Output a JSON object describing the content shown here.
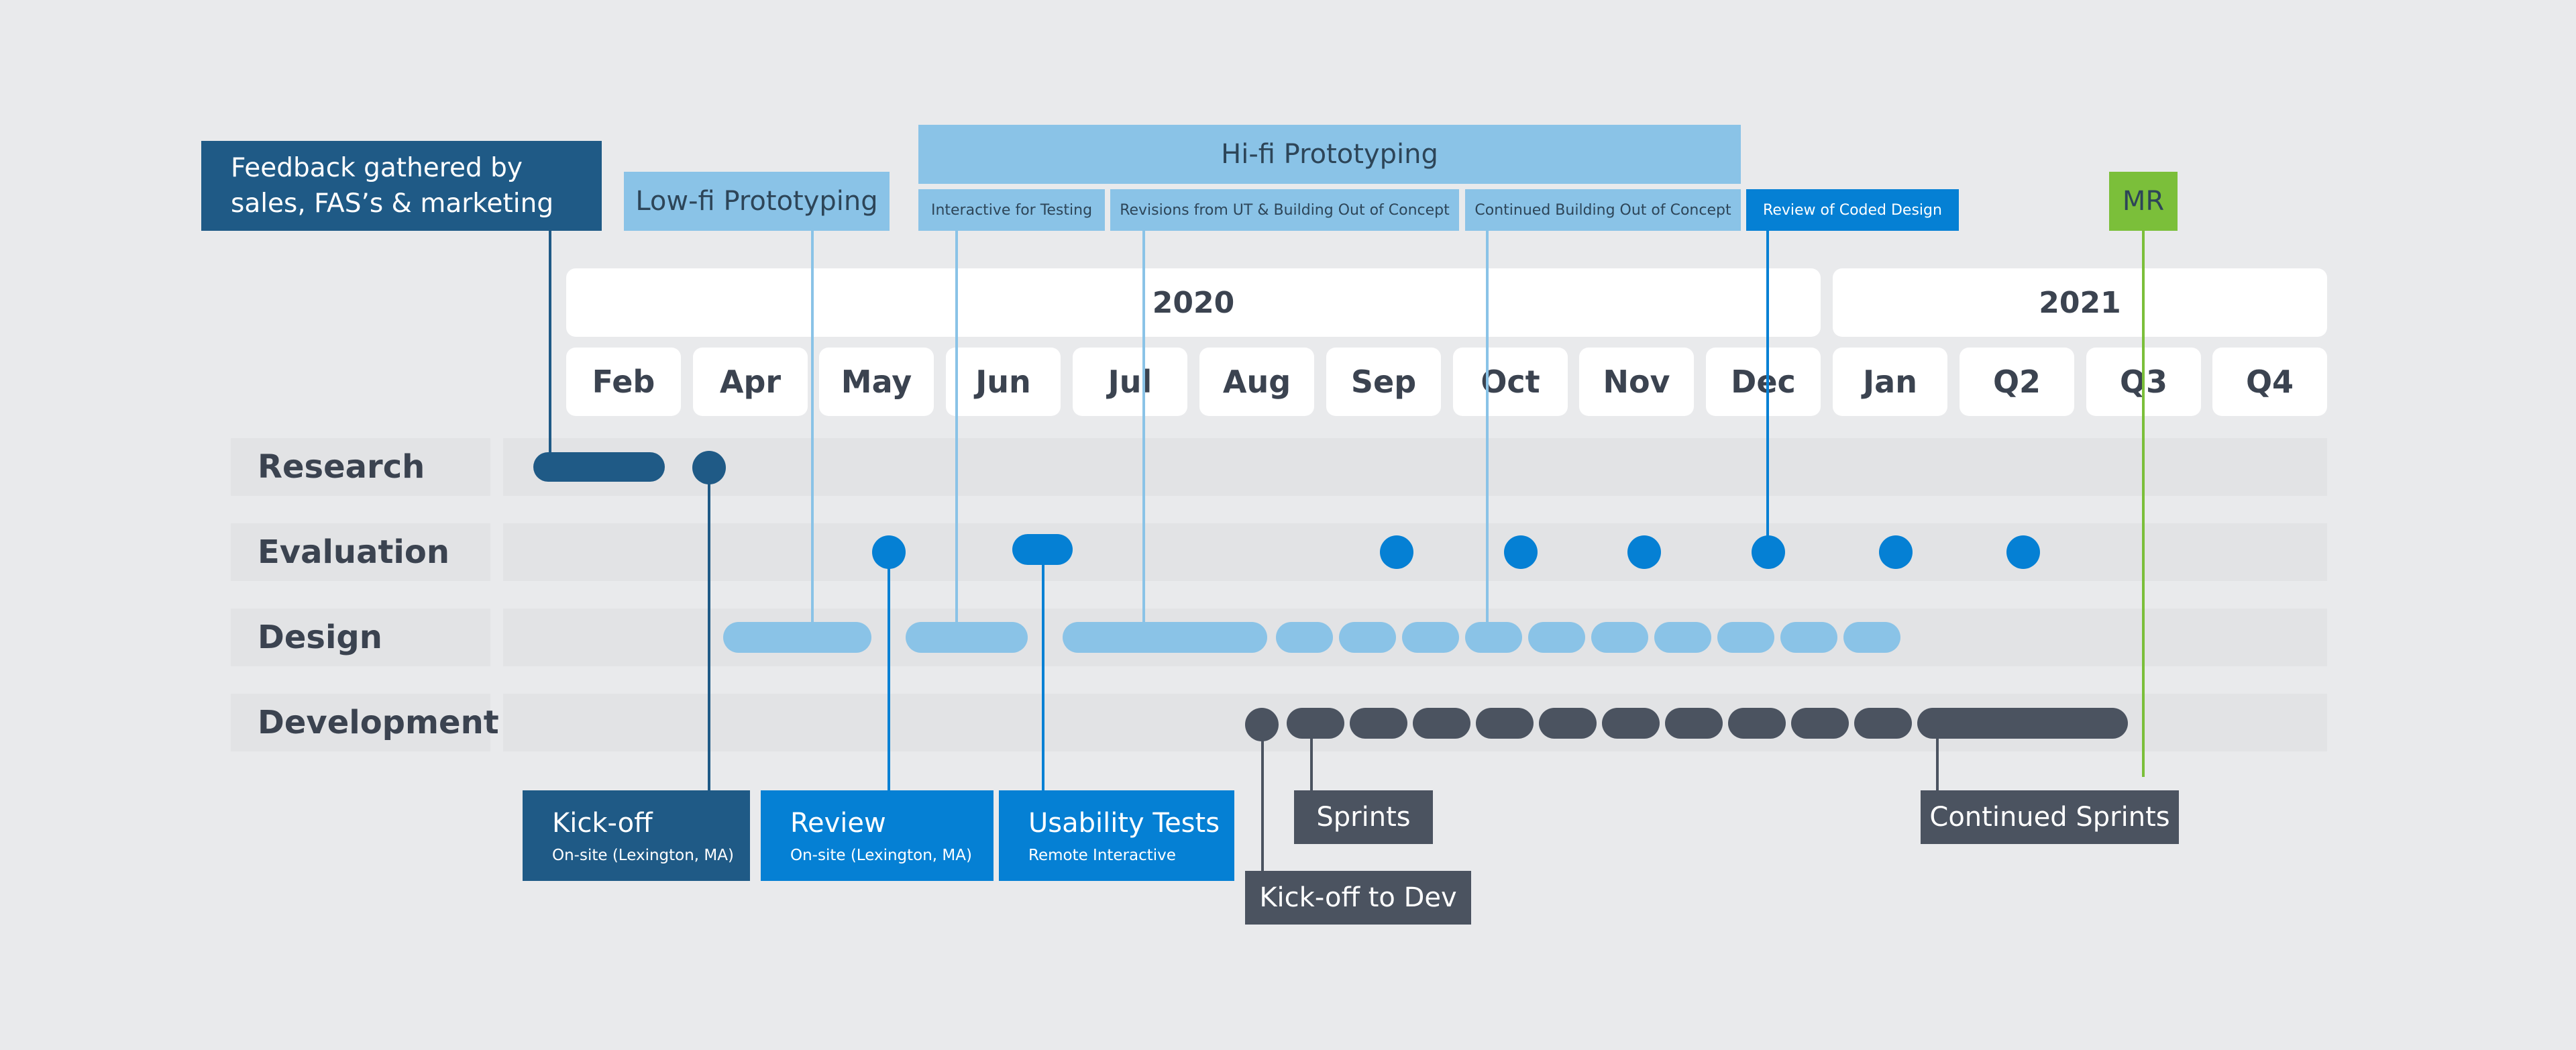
{
  "colors": {
    "navy": "#1F5A86",
    "blue": "#0580D4",
    "light_blue": "#8AC3E7",
    "slate": "#4B5360",
    "green": "#7BBF3A",
    "background": "#E9EAEC",
    "lane": "#E2E3E5",
    "white": "#FFFFFF",
    "text": "#3B4350"
  },
  "years": [
    "2020",
    "2021"
  ],
  "months": [
    "Feb",
    "Apr",
    "May",
    "Jun",
    "Jul",
    "Aug",
    "Sep",
    "Oct",
    "Nov",
    "Dec",
    "Jan",
    "Q2",
    "Q3",
    "Q4"
  ],
  "lanes": [
    "Research",
    "Evaluation",
    "Design",
    "Development"
  ],
  "phases": {
    "feedback": "Feedback gathered by sales, FAS’s & marketing",
    "lofi": "Low-fi Prototyping",
    "hifi": "Hi-fi Prototyping",
    "hifi_sub": [
      "Interactive for Testing",
      "Revisions from UT & Building Out of Concept",
      "Continued Building Out of Concept"
    ],
    "review_coded": "Review of Coded Design",
    "mr": "MR"
  },
  "callouts": {
    "kickoff": {
      "title": "Kick-off",
      "subtitle": "On-site (Lexington, MA)"
    },
    "review": {
      "title": "Review",
      "subtitle": "On-site (Lexington, MA)"
    },
    "usability": {
      "title": "Usability Tests",
      "subtitle": "Remote Interactive"
    },
    "sprints": "Sprints",
    "kickoff_dev": "Kick-off to Dev",
    "continued_sprints": "Continued Sprints"
  }
}
